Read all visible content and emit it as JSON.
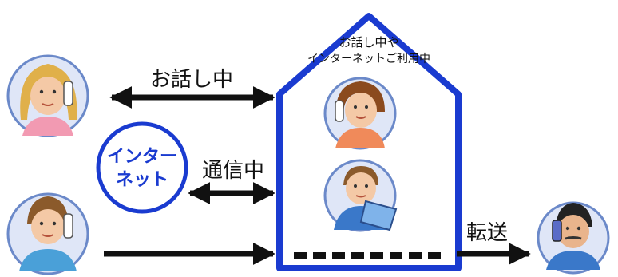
{
  "labels": {
    "talking": "お話し中",
    "house_line1": "お話し中や",
    "house_line2": "インターネットご利用中",
    "internet_line1": "インター",
    "internet_line2": "ネット",
    "communicating": "通信中",
    "forward": "転送"
  },
  "colors": {
    "house_outline": "#1a3bd0",
    "internet_ring": "#1a3bd0",
    "arrow": "#111111",
    "avatar_fill": "#dfe6f7",
    "avatar_ring": "#6b89c9"
  }
}
